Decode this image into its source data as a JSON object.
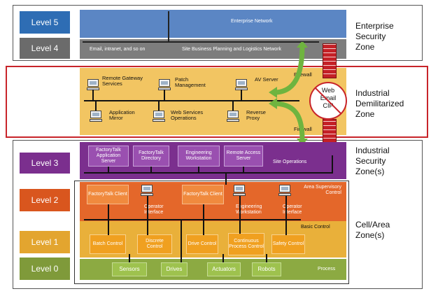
{
  "levels": [
    "Level 5",
    "Level 4",
    "Level 3",
    "Level 2",
    "Level 1",
    "Level 0"
  ],
  "level_colors": {
    "l5": "#2e6db4",
    "l4": "#6b6b6b",
    "l3": "#7b2f8e",
    "l2": "#d9561e",
    "l1": "#e3a52f",
    "l0": "#7f9a3a"
  },
  "zones": {
    "enterprise": [
      "Enterprise",
      "Security",
      "Zone"
    ],
    "dmz": [
      "Industrial",
      "Demilitarized",
      "Zone"
    ],
    "industrial": [
      "Industrial",
      "Security",
      "Zone(s)"
    ],
    "cell": [
      "Cell/Area",
      "Zone(s)"
    ]
  },
  "enterprise": {
    "network_label": "Enterprise Network",
    "email_label": "Email, intranet, and so on",
    "planning_label": "Site Business Planning and Logistics Network"
  },
  "dmz": {
    "items": [
      "Remote Gateway Services",
      "Patch Management",
      "AV Server",
      "Application Mirror",
      "Web Services Operations",
      "Reverse Proxy"
    ],
    "firewall_top": "Firewall",
    "firewall_bottom": "Firewall",
    "blocked": [
      "Web",
      "Email",
      "CIP"
    ]
  },
  "level3": {
    "boxes": [
      "FactoryTalk Application Server",
      "FactoryTalk Directory",
      "Engineering Workstation",
      "Remote Access Server"
    ],
    "band_label": "Site Operations"
  },
  "level2": {
    "boxes": [
      "FactoryTalk Client",
      "FactoryTalk Client"
    ],
    "labels": [
      "Operator Interface",
      "Engineering Workstation",
      "Operator Interface"
    ],
    "band_label": "Area Supervisory Control"
  },
  "level1": {
    "boxes": [
      "Batch Control",
      "Discrete Control",
      "Drive Control",
      "Continuous Process Control",
      "Safety Control"
    ],
    "band_label": "Basic Control"
  },
  "level0": {
    "boxes": [
      "Sensors",
      "Drives",
      "Actuators",
      "Robots"
    ],
    "band_label": "Process"
  }
}
